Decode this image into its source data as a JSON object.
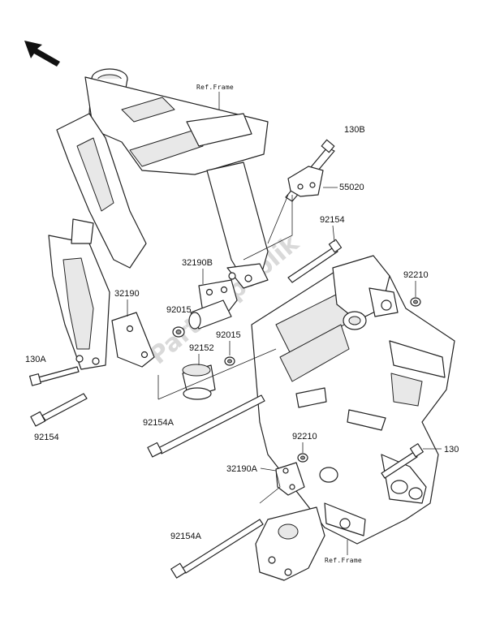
{
  "diagram": {
    "ref_frame_top": "Ref.Frame",
    "ref_frame_bottom": "Ref.Frame",
    "watermark": "Partsrepublik",
    "callouts": {
      "p130B": "130B",
      "p55020": "55020",
      "p92154_top": "92154",
      "p92210_top": "92210",
      "p32190B": "32190B",
      "p32190": "32190",
      "p92015_a": "92015",
      "p92015_b": "92015",
      "p92152": "92152",
      "p130A": "130A",
      "p92154_left": "92154",
      "p92154A_mid": "92154A",
      "p92210_low": "92210",
      "p32190A": "32190A",
      "p130": "130",
      "p92154A_bottom": "92154A"
    }
  }
}
